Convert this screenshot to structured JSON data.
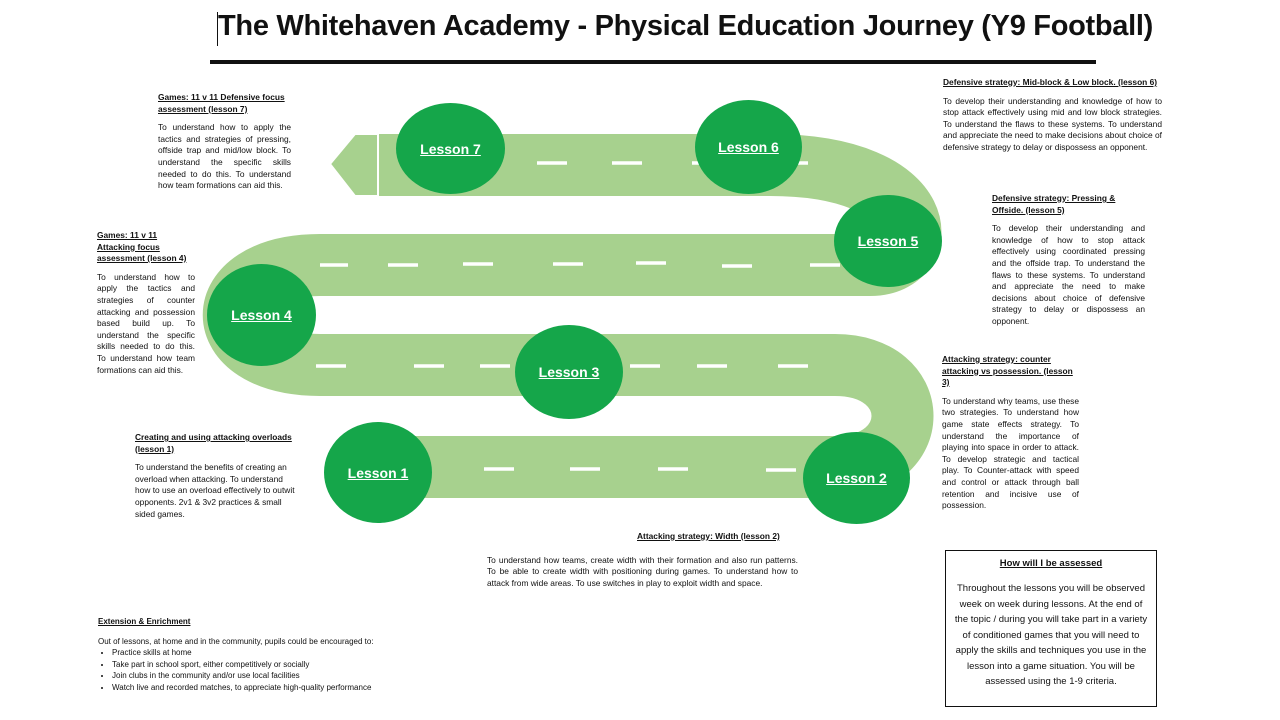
{
  "title": "The Whitehaven Academy - Physical Education Journey (Y9 Football)",
  "colors": {
    "road": "#a7d18e",
    "lesson_circle": "#15a64a",
    "arrow_outline": "#ffffff",
    "dash": "#ffffff"
  },
  "lessons": [
    "Lesson 1",
    "Lesson 2",
    "Lesson 3",
    "Lesson 4",
    "Lesson 5",
    "Lesson 6",
    "Lesson 7"
  ],
  "blocks": {
    "l7": {
      "heading": "Games: 11 v 11 Defensive focus assessment (lesson 7)",
      "body": "To understand how to apply the tactics and strategies of pressing, offside trap and mid/low block. To understand the specific skills needed to do this. To understand how team formations can aid this."
    },
    "l6": {
      "heading": "Defensive strategy: Mid-block & Low block. (lesson 6)",
      "body": "To develop their understanding and knowledge of how to stop attack effectively using mid and low block strategies. To understand the flaws to these systems. To understand and appreciate the need to make decisions about choice of defensive strategy to delay or dispossess an opponent."
    },
    "l5": {
      "heading": "Defensive strategy: Pressing & Offside. (lesson 5)",
      "body": "To develop their understanding and knowledge of how to stop attack effectively using coordinated pressing and the offside trap. To understand the flaws to these systems. To understand and appreciate the need to make decisions about choice of defensive strategy to delay or dispossess an opponent."
    },
    "l4": {
      "heading": "Games: 11 v 11 Attacking focus assessment (lesson 4)",
      "body": "To understand how to apply the tactics and strategies of counter attacking and possession based build up. To understand the specific skills needed to do this. To understand how team formations can aid this."
    },
    "l3": {
      "heading": "Attacking strategy: counter attacking vs possession. (lesson 3)",
      "body": "To understand why teams, use these two strategies. To understand how game state effects strategy. To understand the importance of playing into space in order to attack. To develop strategic and tactical play. To Counter-attack with speed and control or attack through ball retention and incisive use of possession."
    },
    "l1": {
      "heading": "Creating and using attacking overloads (lesson 1)",
      "body": "To understand the benefits of creating an overload when attacking. To understand how to use an overload effectively to outwit opponents. 2v1 & 3v2 practices & small sided games."
    },
    "l2": {
      "heading": "Attacking strategy: Width (lesson 2)",
      "body": "To understand how teams, create width with their formation and also run patterns. To be able to create width with positioning during games. To understand how to attack from wide areas. To use switches in play to exploit width and space."
    }
  },
  "assessment": {
    "heading": "How will I be assessed",
    "body": "Throughout the lessons you will be observed week on week during lessons. At the end of the topic / during you will take part in a variety of conditioned games that you will need to apply the skills and techniques you use in the lesson into a game situation. You will be assessed using the 1-9 criteria."
  },
  "extension": {
    "heading": "Extension & Enrichment",
    "intro": "Out of lessons, at home and in the community, pupils could be encouraged to:",
    "items": [
      "Practice skills at home",
      "Take part in school sport, either competitively or socially",
      "Join clubs in the community and/or use local facilities",
      "Watch live and recorded matches, to appreciate high-quality performance"
    ]
  }
}
